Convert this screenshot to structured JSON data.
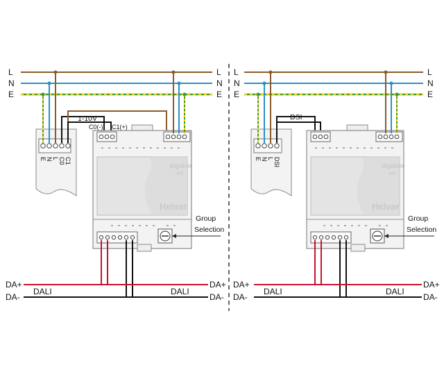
{
  "bus": {
    "L": "L",
    "N": "N",
    "E": "E"
  },
  "dali_bus": {
    "plus": "DA+",
    "minus": "DA-",
    "name": "DALI"
  },
  "left_unit": {
    "control_label": "1-10V",
    "c0": "C0(-)",
    "c1": "C1(+)",
    "ballast_terminals": [
      "E",
      "N",
      "L",
      "C0",
      "C1"
    ],
    "brand": "Helvar",
    "logo": "digidim",
    "model": "472"
  },
  "right_unit": {
    "control_label": "DSI",
    "ballast_terminals": [
      "E",
      "N",
      "L",
      "DSI"
    ],
    "brand": "Helvar",
    "logo": "digidim",
    "model": "472"
  },
  "group_label": "Group",
  "selection_label": "Selection",
  "colors": {
    "live": "#8a5a2b",
    "neutral": "#2a8fc4",
    "earth_green": "#3a9a3a",
    "earth_yellow": "#e8d21c",
    "dali_plus": "#c8102e",
    "dali_minus": "#111111",
    "housing": "#f0f0f0"
  }
}
